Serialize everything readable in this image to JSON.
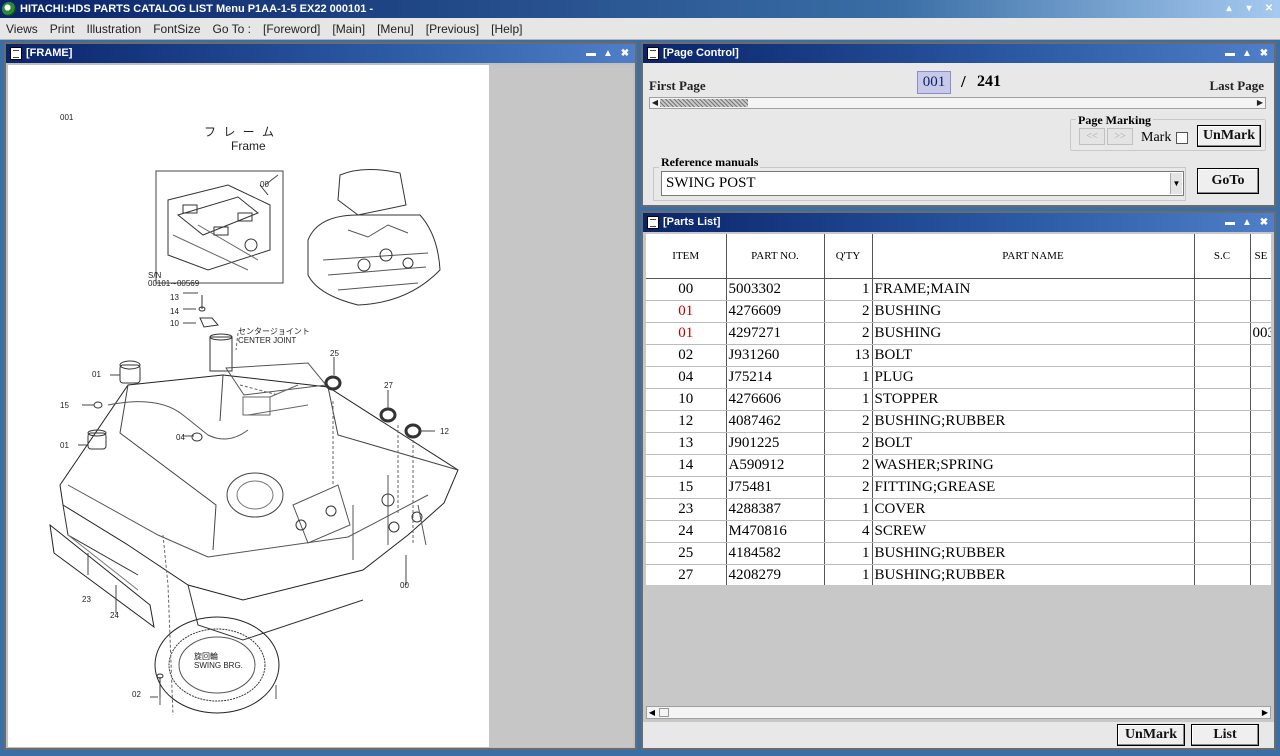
{
  "window": {
    "title": "HITACHI:HDS PARTS CATALOG LIST Menu P1AA-1-5 EX22 000101 -",
    "controls": [
      "▴",
      "▾",
      "✕"
    ]
  },
  "menu": [
    "Views",
    "Print",
    "Illustration",
    "FontSize",
    "Go To :",
    "[Foreword]",
    "[Main]",
    "[Menu]",
    "[Previous]",
    "[Help]"
  ],
  "frame_panel": {
    "title": "[FRAME]",
    "illustration": {
      "page_code": "001",
      "title_jp": "フ レ ー ム",
      "title_en": "Frame",
      "sn_label": "S/N",
      "sn_range": "00101∼00569",
      "center_joint_jp": "センタージョイント",
      "center_joint_en": "CENTER  JOINT",
      "swing_jp": "旋回輪",
      "swing_en": "SWING  BRG.",
      "callouts": [
        "00",
        "13",
        "14",
        "10",
        "01",
        "15",
        "01",
        "04",
        "25",
        "27",
        "12",
        "00",
        "23",
        "24",
        "02"
      ]
    }
  },
  "page_control": {
    "title": "[Page Control]",
    "first_page": "First  Page",
    "last_page": "Last Page",
    "current_page": "001",
    "separator": "/",
    "total_pages": "241",
    "page_marking_label": "Page Marking",
    "prev_mark": "<<",
    "next_mark": ">>",
    "mark_label": "Mark",
    "unmark": "UnMark",
    "reference_label": "Reference manuals",
    "reference_value": "SWING POST",
    "goto": "GoTo"
  },
  "parts_list": {
    "title": "[Parts List]",
    "columns": [
      "ITEM",
      "PART NO.",
      "Q'TY",
      "PART NAME",
      "S.C",
      "SE"
    ],
    "rows": [
      {
        "item": "00",
        "part_no": "5003302",
        "qty": "1",
        "name": "FRAME;MAIN",
        "sc": "",
        "se": "",
        "red": false
      },
      {
        "item": "01",
        "part_no": "4276609",
        "qty": "2",
        "name": "BUSHING",
        "sc": "",
        "se": "",
        "red": true
      },
      {
        "item": "01",
        "part_no": "4297271",
        "qty": "2",
        "name": "BUSHING",
        "sc": "",
        "se": "003",
        "red": true
      },
      {
        "item": "02",
        "part_no": "J931260",
        "qty": "13",
        "name": "BOLT",
        "sc": "",
        "se": "",
        "red": false
      },
      {
        "item": "04",
        "part_no": "J75214",
        "qty": "1",
        "name": "PLUG",
        "sc": "",
        "se": "",
        "red": false
      },
      {
        "item": "10",
        "part_no": "4276606",
        "qty": "1",
        "name": "STOPPER",
        "sc": "",
        "se": "",
        "red": false
      },
      {
        "item": "12",
        "part_no": "4087462",
        "qty": "2",
        "name": "BUSHING;RUBBER",
        "sc": "",
        "se": "",
        "red": false
      },
      {
        "item": "13",
        "part_no": "J901225",
        "qty": "2",
        "name": "BOLT",
        "sc": "",
        "se": "",
        "red": false
      },
      {
        "item": "14",
        "part_no": "A590912",
        "qty": "2",
        "name": "WASHER;SPRING",
        "sc": "",
        "se": "",
        "red": false
      },
      {
        "item": "15",
        "part_no": "J75481",
        "qty": "2",
        "name": "FITTING;GREASE",
        "sc": "",
        "se": "",
        "red": false
      },
      {
        "item": "23",
        "part_no": "4288387",
        "qty": "1",
        "name": "COVER",
        "sc": "",
        "se": "",
        "red": false
      },
      {
        "item": "24",
        "part_no": "M470816",
        "qty": "4",
        "name": "SCREW",
        "sc": "",
        "se": "",
        "red": false
      },
      {
        "item": "25",
        "part_no": "4184582",
        "qty": "1",
        "name": "BUSHING;RUBBER",
        "sc": "",
        "se": "",
        "red": false
      },
      {
        "item": "27",
        "part_no": "4208279",
        "qty": "1",
        "name": "BUSHING;RUBBER",
        "sc": "",
        "se": "",
        "red": false
      }
    ],
    "unmark": "UnMark",
    "list": "List"
  },
  "colors": {
    "title_bar": "#0a246a",
    "panel_bg": "#e8e8e8",
    "highlight_red": "#c00000",
    "page_box": "#c8c8e8"
  }
}
